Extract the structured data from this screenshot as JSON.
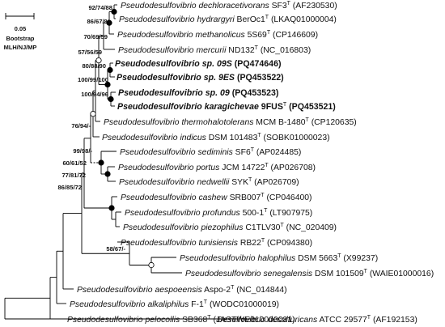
{
  "scale": {
    "value": "0.05",
    "label_1": "Bootstrap",
    "label_2": "MLH/NJ/MP"
  },
  "taxa": [
    {
      "species": "Pseudodesulfovibrio dechloracetivorans",
      "strain": "SF3",
      "type": "T",
      "accession": "(AF230530)",
      "bold": false
    },
    {
      "species": "Pseudodesulfovibrio hydrargyri",
      "strain": "BerOc1",
      "type": "T",
      "accession": "(LKAQ01000004)",
      "bold": false
    },
    {
      "species": "Pseudodesulfovibrio methanolicus",
      "strain": "5S69",
      "type": "T",
      "accession": "(CP146609)",
      "bold": false
    },
    {
      "species": "Pseudodesulfovibrio mercurii",
      "strain": "ND132",
      "type": "T",
      "accession": "(NC_016803)",
      "bold": false
    },
    {
      "species": "Pseudodesulfovibrio sp. 09S",
      "strain": "",
      "type": "",
      "accession": "(PQ474646)",
      "bold": true
    },
    {
      "species": "Pseudodesulfovibrio sp. 9ES",
      "strain": "",
      "type": "",
      "accession": "(PQ453522)",
      "bold": true
    },
    {
      "species": "Pseudodesulfovibrio sp. 09",
      "strain": "",
      "type": "",
      "accession": "(PQ453523)",
      "bold": true
    },
    {
      "species": "Pseudodesulfovibrio karagichevae",
      "strain": "9FUS",
      "type": "T",
      "accession": "(PQ453521)",
      "bold": true
    },
    {
      "species": "Pseudodesulfovibrio thermohalotolerans",
      "strain": "MCM B-1480",
      "type": "T",
      "accession": "(CP120635)",
      "bold": false
    },
    {
      "species": "Pseudodesulfovibrio indicus",
      "strain": "DSM 101483",
      "type": "T",
      "accession": "(SOBK01000023)",
      "bold": false
    },
    {
      "species": "Pseudodesulfovibrio sediminis",
      "strain": "SF6",
      "type": "T",
      "accession": "(AP024485)",
      "bold": false
    },
    {
      "species": "Pseudodesulfovibrio portus",
      "strain": "JCM 14722",
      "type": "T",
      "accession": "(AP026708)",
      "bold": false
    },
    {
      "species": "Pseudodesulfovibrio nedwellii",
      "strain": "SYK",
      "type": "T",
      "accession": "(AP026709)",
      "bold": false
    },
    {
      "species": "Pseudodesulfovibrio cashew",
      "strain": "SRB007",
      "type": "T",
      "accession": "(CP046400)",
      "bold": false
    },
    {
      "species": "Pseudodesulfovibrio profundus",
      "strain": "500-1",
      "type": "T",
      "accession": "(LT907975)",
      "bold": false
    },
    {
      "species": "Pseudodesulfovibrio piezophilus",
      "strain": "C1TLV30",
      "type": "T",
      "accession": "(NC_020409)",
      "bold": false
    },
    {
      "species": "Pseudodesulfovibrio tunisiensis",
      "strain": "RB22",
      "type": "T",
      "accession": "(CP094380)",
      "bold": false
    },
    {
      "species": "Pseudodesulfovibrio halophilus",
      "strain": "DSM 5663",
      "type": "T",
      "accession": "(X99237)",
      "bold": false
    },
    {
      "species": "Pseudodesulfovibrio senegalensis",
      "strain": "DSM 101509",
      "type": "T",
      "accession": "(WAIE01000016)",
      "bold": false
    },
    {
      "species": "Pseudodesulfovibrio aespoeensis",
      "strain": "Aspo-2",
      "type": "T",
      "accession": "(NC_014844)",
      "bold": false
    },
    {
      "species": "Pseudodesulfovibrio alkaliphilus",
      "strain": "F-1",
      "type": "T",
      "accession": "(WODC01000019)",
      "bold": false
    },
    {
      "species": "Pseudodesulfovibrio pelocollis",
      "strain": "SB368",
      "type": "T",
      "accession": "(JASTWE010000081)",
      "bold": false
    },
    {
      "species": "Desulfovibrio desulfuricans",
      "strain": "ATCC 29577",
      "type": "T",
      "accession": "(AF192153)",
      "bold": false
    }
  ],
  "bootstrap": [
    {
      "text": "92/74/88"
    },
    {
      "text": "86/67/81"
    },
    {
      "text": "70/69/59"
    },
    {
      "text": "57/56/59"
    },
    {
      "text": "80/88/90"
    },
    {
      "text": "100/99/100"
    },
    {
      "text": "100/94/96"
    },
    {
      "text": "76/94/-"
    },
    {
      "text": "99/98/-"
    },
    {
      "text": "60/61/52"
    },
    {
      "text": "77/81/72"
    },
    {
      "text": "86/85/72"
    },
    {
      "text": "58/67/-"
    }
  ]
}
